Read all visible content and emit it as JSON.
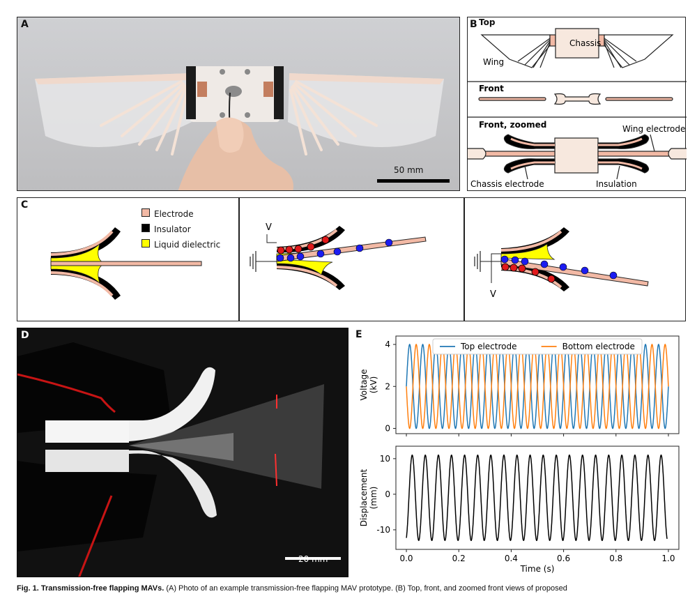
{
  "panels": {
    "a": {
      "label": "A",
      "scale_bar": "50 mm"
    },
    "b": {
      "label": "B",
      "top_title": "Top",
      "chassis": "Chassis",
      "wing": "Wing",
      "front_title": "Front",
      "zoom_title": "Front, zoomed",
      "wing_electrode": "Wing electrode",
      "chassis_electrode": "Chassis electrode",
      "insulation": "Insulation"
    },
    "c": {
      "label": "C",
      "legend": [
        {
          "label": "Electrode",
          "color": "#f2b9a5"
        },
        {
          "label": "Insulator",
          "color": "#000000"
        },
        {
          "label": "Liquid dielectric",
          "color": "#ffff00"
        }
      ],
      "v_label": "V"
    },
    "d": {
      "label": "D",
      "scale_bar": "20 mm"
    },
    "e": {
      "label": "E"
    }
  },
  "colors": {
    "electrode": "#f2b9a5",
    "top_series": "#1f77b4",
    "bottom_series": "#ff7f0e",
    "charge_pos": "#e0191b",
    "charge_neg": "#1c1cf0"
  },
  "chart_data": [
    {
      "type": "line",
      "ylabel": "Voltage\n(kV)",
      "xlabel": "",
      "xlim": [
        -0.04,
        1.04
      ],
      "ylim": [
        -0.25,
        4.4
      ],
      "yticks": [
        0,
        2,
        4
      ],
      "xticks": [
        0.0,
        0.2,
        0.4,
        0.6,
        0.8,
        1.0
      ],
      "legend_position": "top-center",
      "frequency_hz": 20,
      "series": [
        {
          "name": "Top electrode",
          "offset": 2,
          "amplitude": 2,
          "phase_deg": 0
        },
        {
          "name": "Bottom electrode",
          "offset": 2,
          "amplitude": 2,
          "phase_deg": 180
        }
      ]
    },
    {
      "type": "line",
      "ylabel": "Displacement\n(mm)",
      "xlabel": "Time (s)",
      "xlim": [
        -0.04,
        1.04
      ],
      "ylim": [
        -15.5,
        13.5
      ],
      "yticks": [
        -10,
        0,
        10
      ],
      "xticks": [
        0.0,
        0.2,
        0.4,
        0.6,
        0.8,
        1.0
      ],
      "frequency_hz": 20,
      "series": [
        {
          "name": "",
          "amplitude": 12,
          "offset": -1,
          "x_start": 0.0,
          "x_end": 0.995
        }
      ]
    }
  ],
  "caption": {
    "prefix": "Fig. 1. Transmission-free flapping MAVs.",
    "text": " (A) Photo of an example transmission-free flapping MAV prototype. (B) Top, front, and zoomed front views of proposed"
  }
}
